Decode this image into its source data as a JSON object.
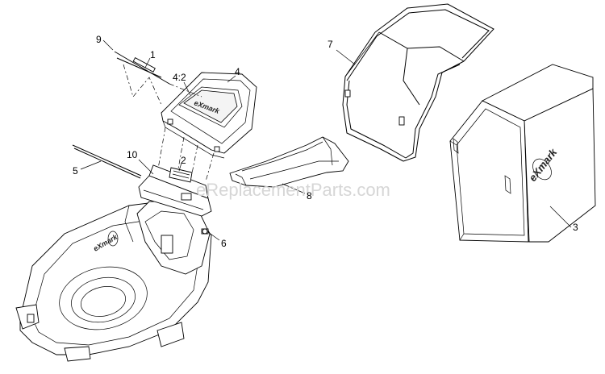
{
  "watermark": "eReplacementParts.com",
  "brand_text": {
    "bag": "eXmark",
    "deck": "eXmark",
    "panel": "eXmark"
  },
  "callouts": {
    "c1": "1",
    "c2": "2",
    "c3": "3",
    "c4": "4",
    "c4_2": "4:2",
    "c5": "5",
    "c6": "6",
    "c7": "7",
    "c8": "8",
    "c9": "9",
    "c10": "10"
  }
}
